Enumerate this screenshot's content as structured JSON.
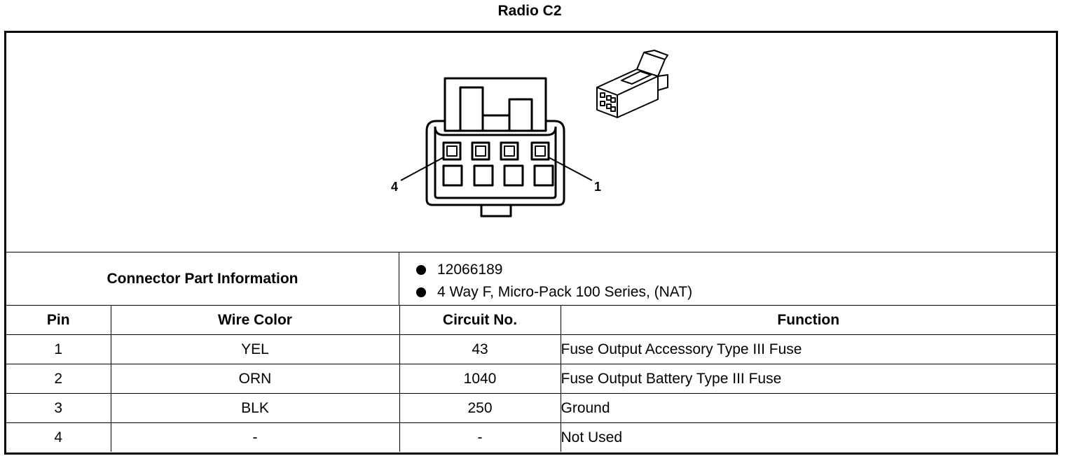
{
  "title": "Radio C2",
  "diagram": {
    "pin_labels": [
      "4",
      "1"
    ]
  },
  "connector_part_info": {
    "label": "Connector Part Information",
    "items": [
      "12066189",
      "4 Way F, Micro-Pack 100 Series, (NAT)"
    ]
  },
  "table": {
    "headers": {
      "pin": "Pin",
      "wire_color": "Wire Color",
      "circuit_no": "Circuit No.",
      "function": "Function"
    },
    "rows": [
      {
        "pin": "1",
        "wire_color": "YEL",
        "circuit_no": "43",
        "function": "Fuse Output Accessory Type III Fuse"
      },
      {
        "pin": "2",
        "wire_color": "ORN",
        "circuit_no": "1040",
        "function": "Fuse Output Battery Type III Fuse"
      },
      {
        "pin": "3",
        "wire_color": "BLK",
        "circuit_no": "250",
        "function": "Ground"
      },
      {
        "pin": "4",
        "wire_color": "-",
        "circuit_no": "-",
        "function": "Not Used"
      }
    ]
  }
}
